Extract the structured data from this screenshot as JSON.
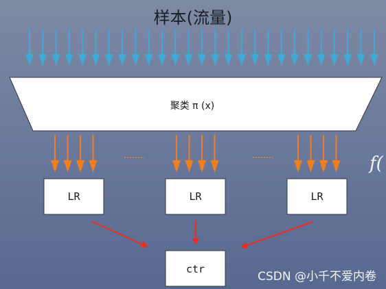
{
  "title": "样本(流量)",
  "funnel": {
    "label": "聚类 π (x)"
  },
  "boxes": {
    "lr_1": "LR",
    "lr_2": "LR",
    "lr_3": "LR",
    "ctr": "ctr"
  },
  "right_edge_text": "f(",
  "watermark": "CSDN @小千不爱内卷",
  "colors": {
    "background": "#6b7a9b",
    "blue_arrow": "#3fa9d8",
    "orange_arrow": "#f07f1e",
    "red_arrow": "#ee2b1f",
    "box_fill": "#ffffff",
    "ellipsis": "#ef8a2b"
  }
}
